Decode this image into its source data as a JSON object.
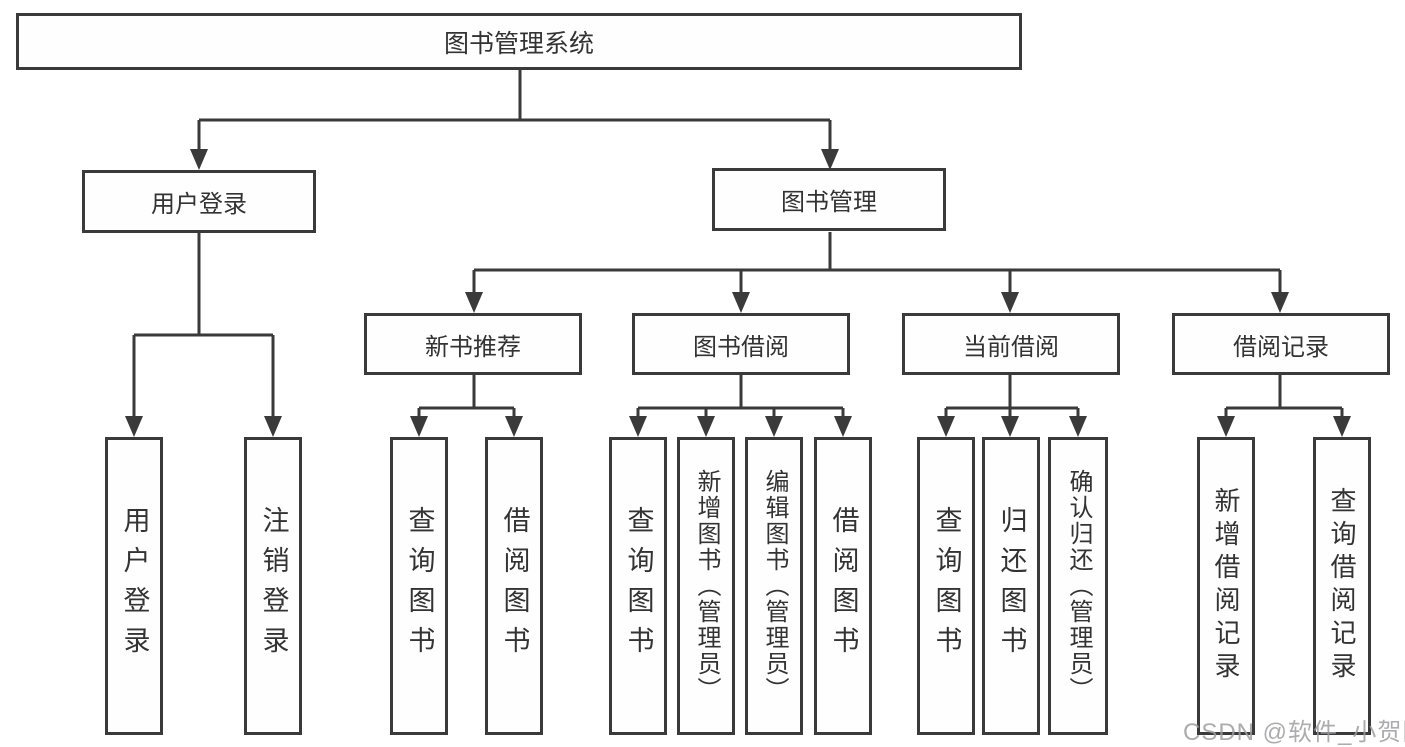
{
  "diagram": {
    "title": "图书管理系统",
    "level2": {
      "user_login": "用户登录",
      "book_management": "图书管理"
    },
    "level3": {
      "new_book_recommend": "新书推荐",
      "book_borrowing": "图书借阅",
      "current_borrowing": "当前借阅",
      "borrowing_records": "借阅记录"
    },
    "leaves": {
      "user_login": "用户登录",
      "logout": "注销登录",
      "nbr_query_books": "查询图书",
      "nbr_borrow_books": "借阅图书",
      "bb_query_books": "查询图书",
      "bb_add_books": "新增图书（管理员）",
      "bb_edit_books": "编辑图书（管理员）",
      "bb_borrow_books": "借阅图书",
      "cb_query_books": "查询图书",
      "cb_return_books": "归还图书",
      "cb_confirm_return": "确认归还（管理员）",
      "br_add_record": "新增借阅记录",
      "br_query_record": "查询借阅记录"
    }
  },
  "watermark": "CSDN @软件_小贺同学",
  "colors": {
    "line": "#3a3a3a",
    "text": "#333333",
    "background": "#ffffff",
    "watermark": "#9e9ea0"
  }
}
